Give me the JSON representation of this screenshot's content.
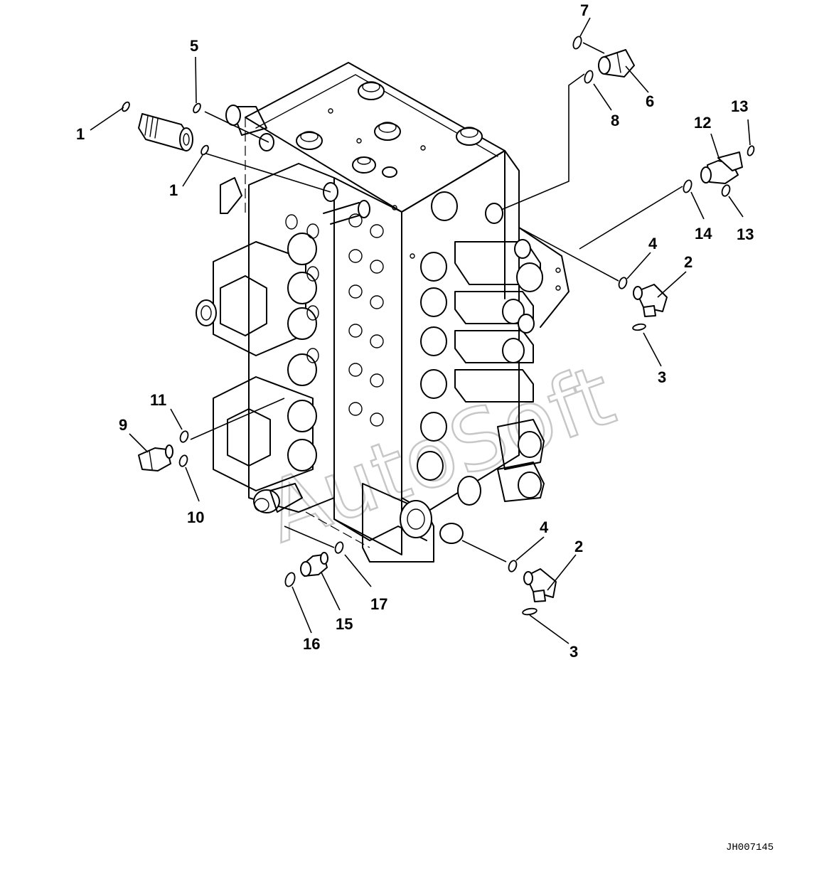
{
  "diagram": {
    "watermark": "AutoSoft",
    "drawing_id": "JH007145",
    "callouts": [
      "1",
      "1",
      "2",
      "2",
      "3",
      "3",
      "4",
      "4",
      "5",
      "6",
      "7",
      "8",
      "9",
      "10",
      "11",
      "12",
      "13",
      "13",
      "14",
      "15",
      "16",
      "17"
    ]
  }
}
